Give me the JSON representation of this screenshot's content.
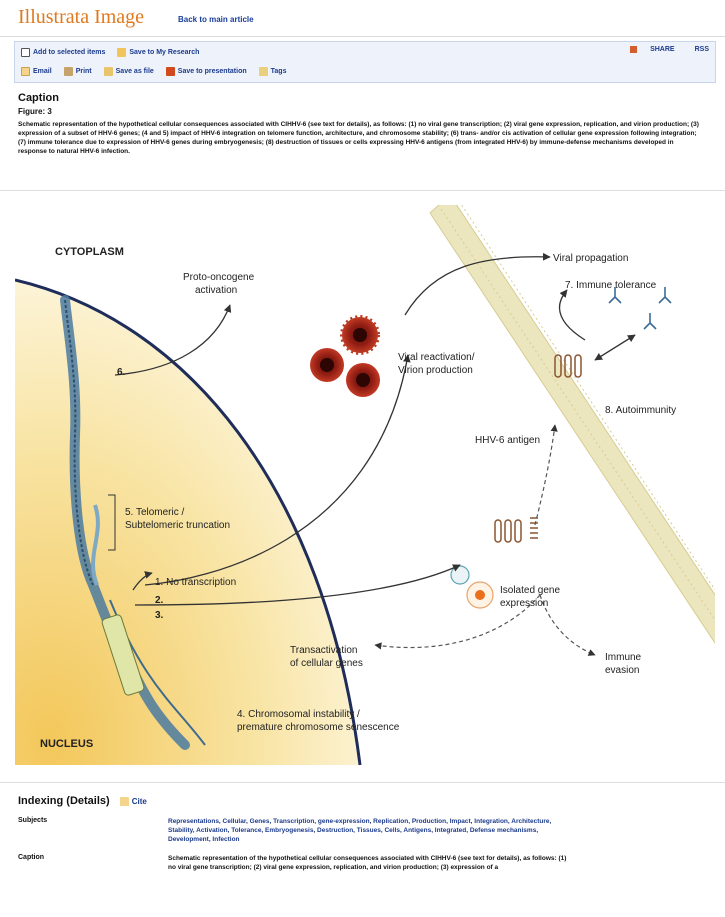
{
  "header": {
    "title": "Illustrata Image",
    "back_link": "Back to main article"
  },
  "toolbar": {
    "row1": [
      {
        "label": "Add to selected items",
        "icon": "checkbox-icon"
      },
      {
        "label": "Save to My Research",
        "icon": "folder-icon"
      }
    ],
    "row2": [
      {
        "label": "Email",
        "icon": "email-icon"
      },
      {
        "label": "Print",
        "icon": "print-icon"
      },
      {
        "label": "Save as file",
        "icon": "save-icon"
      },
      {
        "label": "Save to presentation",
        "icon": "presentation-icon"
      },
      {
        "label": "Tags",
        "icon": "tag-icon"
      }
    ],
    "right": [
      "SHARE",
      "RSS"
    ]
  },
  "caption": {
    "heading": "Caption",
    "figure_label": "Figure: 3",
    "text": "Schematic representation of the hypothetical cellular consequences associated with CIHHV-6 (see text for details), as follows: (1) no viral gene transcription; (2) viral gene expression, replication, and virion production; (3) expression of a subset of HHV-6 genes; (4 and 5) impact of HHV-6 integration on telomere function, architecture, and chromosome stability; (6) trans- and/or cis activation of cellular gene expression following integration; (7) immune tolerance due to expression of HHV-6 genes during embryogenesis; (8) destruction of tissues or cells expressing HHV-6 antigens (from integrated HHV-6) by immune-defense mechanisms developed in response to natural HHV-6 infection."
  },
  "figure": {
    "cytoplasm": "CYTOPLASM",
    "nucleus": "NUCLEUS",
    "proto_oncogene_1": "Proto-oncogene",
    "proto_oncogene_2": "activation",
    "step6": "6.",
    "viral_propagation": "Viral propagation",
    "immune_tolerance": "7. Immune tolerance",
    "viral_reactivation_1": "Viral reactivation/",
    "viral_reactivation_2": "Virion production",
    "autoimmunity": "8. Autoimmunity",
    "hhv6_antigen": "HHV-6 antigen",
    "telomeric_1": "5. Telomeric /",
    "telomeric_2": "Subtelomeric truncation",
    "no_transcription": "1. No transcription",
    "step2": "2.",
    "step3": "3.",
    "isolated_1": "Isolated gene",
    "isolated_2": "expression",
    "transactivation_1": "Transactivation",
    "transactivation_2": "of cellular genes",
    "immune_evasion_1": "Immune",
    "immune_evasion_2": "evasion",
    "instability_1": "4. Chromosomal instability /",
    "instability_2": "premature chromosome senescence"
  },
  "indexing": {
    "heading": "Indexing (Details)",
    "cite": "Cite",
    "subjects_label": "Subjects",
    "subjects_value": "Representations, Cellular, Genes, Transcription, gene-expression, Replication, Production, Impact, Integration, Architecture, Stability, Activation, Tolerance, Embryogenesis, Destruction, Tissues, Cells, Antigens, Integrated, Defense mechanisms, Development, Infection",
    "caption_label": "Caption",
    "caption_value": "Schematic representation of the hypothetical cellular consequences associated with CIHHV-6 (see text for details), as follows: (1) no viral gene transcription; (2) viral gene expression, replication, and virion production; (3) expression of a"
  },
  "colors": {
    "brand_orange": "#e07a1f",
    "link_blue": "#1b3a8c",
    "nucleus_yellow": "#f6dc87",
    "membrane": "#e9e3b8",
    "virus_red": "#a9261c",
    "arrow_dark": "#333333"
  }
}
